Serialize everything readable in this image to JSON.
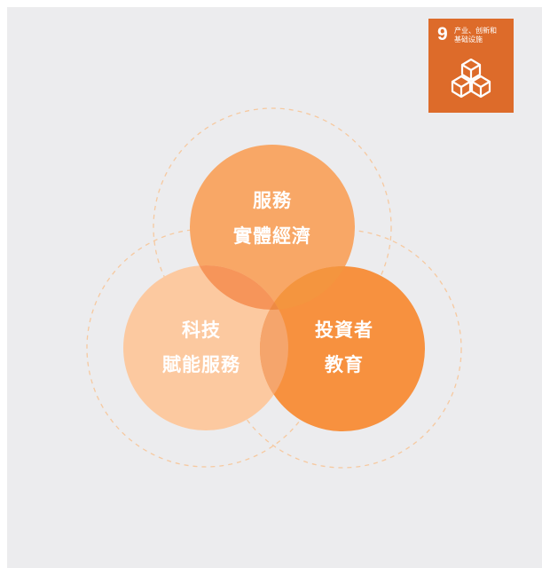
{
  "badge": {
    "number": "9",
    "title_line1": "产业、创新和",
    "title_line2": "基础设施",
    "icon": "stacked-cubes-icon",
    "color": "#dd6b2a"
  },
  "circles": {
    "top": {
      "line1": "服務",
      "line2": "實體經濟",
      "color": "#f8a766"
    },
    "left": {
      "line1": "科技",
      "line2": "賦能服務",
      "color": "#fcc9a0"
    },
    "right": {
      "line1": "投資者",
      "line2": "教育",
      "color": "#f7913f"
    }
  },
  "colors": {
    "background": "#ececee",
    "dashed_ring": "#f6c9a0",
    "overlap_top_left": "#f6955a",
    "overlap_top_right": "#f4953f",
    "overlap_left_right": "#f5a56c",
    "overlap_center": "#ee8a43"
  }
}
